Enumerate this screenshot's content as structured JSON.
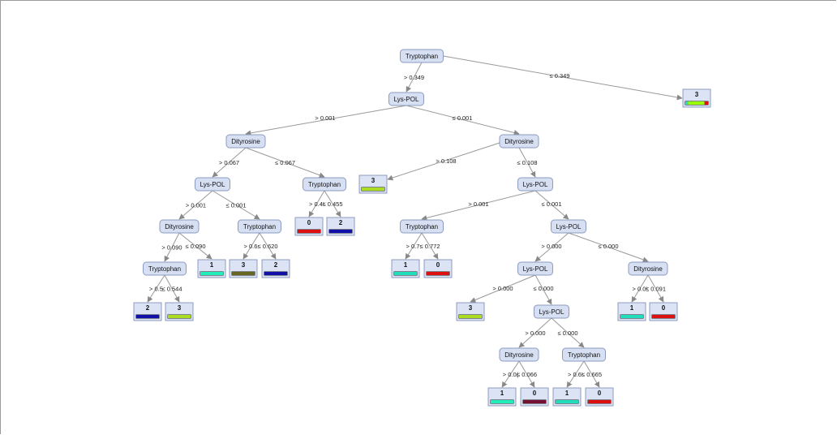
{
  "decision_tree": {
    "nodes": [
      {
        "id": "n1",
        "label": "Tryptophan"
      },
      {
        "id": "n2",
        "label": "Lys-POL"
      },
      {
        "id": "n3",
        "label": "Dityrosine"
      },
      {
        "id": "n4",
        "label": "Dityrosine"
      },
      {
        "id": "n5",
        "label": "Lys-POL"
      },
      {
        "id": "n6",
        "label": "Tryptophan"
      },
      {
        "id": "n7",
        "label": "Lys-POL"
      },
      {
        "id": "n8",
        "label": "Dityrosine"
      },
      {
        "id": "n9",
        "label": "Tryptophan"
      },
      {
        "id": "n10",
        "label": "Tryptophan"
      },
      {
        "id": "n11",
        "label": "Tryptophan"
      },
      {
        "id": "n12",
        "label": "Lys-POL"
      },
      {
        "id": "n13",
        "label": "Lys-POL"
      },
      {
        "id": "n14",
        "label": "Dityrosine"
      },
      {
        "id": "n15",
        "label": "Lys-POL"
      },
      {
        "id": "n16",
        "label": "Dityrosine"
      },
      {
        "id": "n17",
        "label": "Tryptophan"
      }
    ],
    "leaves": [
      {
        "id": "l1",
        "label": "3",
        "bar": [
          {
            "color": "#22ddcc",
            "frac": 0.12
          },
          {
            "color": "#99ff00",
            "frac": 0.72
          },
          {
            "color": "#dd1111",
            "frac": 0.16
          }
        ]
      },
      {
        "id": "l2",
        "label": "3",
        "bar": [
          {
            "color": "#aadd22",
            "frac": 1
          }
        ]
      },
      {
        "id": "l3",
        "label": "0",
        "bar": [
          {
            "color": "#dd1111",
            "frac": 1
          }
        ]
      },
      {
        "id": "l4",
        "label": "2",
        "bar": [
          {
            "color": "#1111aa",
            "frac": 1
          }
        ]
      },
      {
        "id": "l5",
        "label": "1",
        "bar": [
          {
            "color": "#22eebb",
            "frac": 1
          }
        ]
      },
      {
        "id": "l6",
        "label": "3",
        "bar": [
          {
            "color": "#666622",
            "frac": 1
          }
        ]
      },
      {
        "id": "l7",
        "label": "2",
        "bar": [
          {
            "color": "#1111aa",
            "frac": 1
          }
        ]
      },
      {
        "id": "l8",
        "label": "2",
        "bar": [
          {
            "color": "#1111aa",
            "frac": 1
          }
        ]
      },
      {
        "id": "l9",
        "label": "3",
        "bar": [
          {
            "color": "#aadd22",
            "frac": 1
          }
        ]
      },
      {
        "id": "l10",
        "label": "1",
        "bar": [
          {
            "color": "#22ddbb",
            "frac": 1
          }
        ]
      },
      {
        "id": "l11",
        "label": "0",
        "bar": [
          {
            "color": "#dd1111",
            "frac": 1
          }
        ]
      },
      {
        "id": "l12",
        "label": "3",
        "bar": [
          {
            "color": "#aadd22",
            "frac": 1
          }
        ]
      },
      {
        "id": "l13",
        "label": "1",
        "bar": [
          {
            "color": "#22ddbb",
            "frac": 1
          }
        ]
      },
      {
        "id": "l14",
        "label": "0",
        "bar": [
          {
            "color": "#dd1111",
            "frac": 1
          }
        ]
      },
      {
        "id": "l15",
        "label": "1",
        "bar": [
          {
            "color": "#22eebb",
            "frac": 1
          }
        ]
      },
      {
        "id": "l16",
        "label": "0",
        "bar": [
          {
            "color": "#771133",
            "frac": 1
          }
        ]
      },
      {
        "id": "l17",
        "label": "1",
        "bar": [
          {
            "color": "#22ddbb",
            "frac": 1
          }
        ]
      },
      {
        "id": "l18",
        "label": "0",
        "bar": [
          {
            "color": "#dd1111",
            "frac": 1
          }
        ]
      }
    ],
    "edges": [
      {
        "from": "n1",
        "to": "n2",
        "label": "> 0.349"
      },
      {
        "from": "n1",
        "to": "l1",
        "label": "≤ 0.349"
      },
      {
        "from": "n2",
        "to": "n3",
        "label": "> 0.001"
      },
      {
        "from": "n2",
        "to": "n4",
        "label": "≤ 0.001"
      },
      {
        "from": "n3",
        "to": "n5",
        "label": "> 0.067"
      },
      {
        "from": "n3",
        "to": "n6",
        "label": "≤ 0.067"
      },
      {
        "from": "n4",
        "to": "l2",
        "label": "> 0.108"
      },
      {
        "from": "n4",
        "to": "n7",
        "label": "≤ 0.108"
      },
      {
        "from": "n5",
        "to": "n8",
        "label": "> 0.001"
      },
      {
        "from": "n5",
        "to": "n9",
        "label": "≤ 0.001"
      },
      {
        "from": "n6",
        "to": "l3",
        "label": "> 0.4!"
      },
      {
        "from": "n6",
        "to": "l4",
        "label": "≤ 0.455"
      },
      {
        "from": "n7",
        "to": "n10",
        "label": "> 0.001"
      },
      {
        "from": "n7",
        "to": "n12",
        "label": "≤ 0.001"
      },
      {
        "from": "n8",
        "to": "n11",
        "label": "> 0.090"
      },
      {
        "from": "n8",
        "to": "l5",
        "label": "≤ 0.090"
      },
      {
        "from": "n9",
        "to": "l6",
        "label": "> 0.6:"
      },
      {
        "from": "n9",
        "to": "l7",
        "label": "≤ 0.620"
      },
      {
        "from": "n10",
        "to": "l10",
        "label": "> 0.7:"
      },
      {
        "from": "n10",
        "to": "l11",
        "label": "≤ 0.772"
      },
      {
        "from": "n12",
        "to": "n13",
        "label": "> 0.000"
      },
      {
        "from": "n12",
        "to": "n14",
        "label": "≤ 0.000"
      },
      {
        "from": "n11",
        "to": "l8",
        "label": "> 0.5"
      },
      {
        "from": "n11",
        "to": "l9",
        "label": "≤ 0.544"
      },
      {
        "from": "n13",
        "to": "l12",
        "label": "> 0.000"
      },
      {
        "from": "n13",
        "to": "n15",
        "label": "≤ 0.000"
      },
      {
        "from": "n14",
        "to": "l13",
        "label": "> 0.0!"
      },
      {
        "from": "n14",
        "to": "l14",
        "label": "≤ 0.091"
      },
      {
        "from": "n15",
        "to": "n16",
        "label": "> 0.000"
      },
      {
        "from": "n15",
        "to": "n17",
        "label": "≤ 0.000"
      },
      {
        "from": "n16",
        "to": "l15",
        "label": "> 0.0("
      },
      {
        "from": "n16",
        "to": "l16",
        "label": "≤ 0.066"
      },
      {
        "from": "n17",
        "to": "l17",
        "label": "> 0.6!"
      },
      {
        "from": "n17",
        "to": "l18",
        "label": "≤ 0.665"
      }
    ]
  }
}
